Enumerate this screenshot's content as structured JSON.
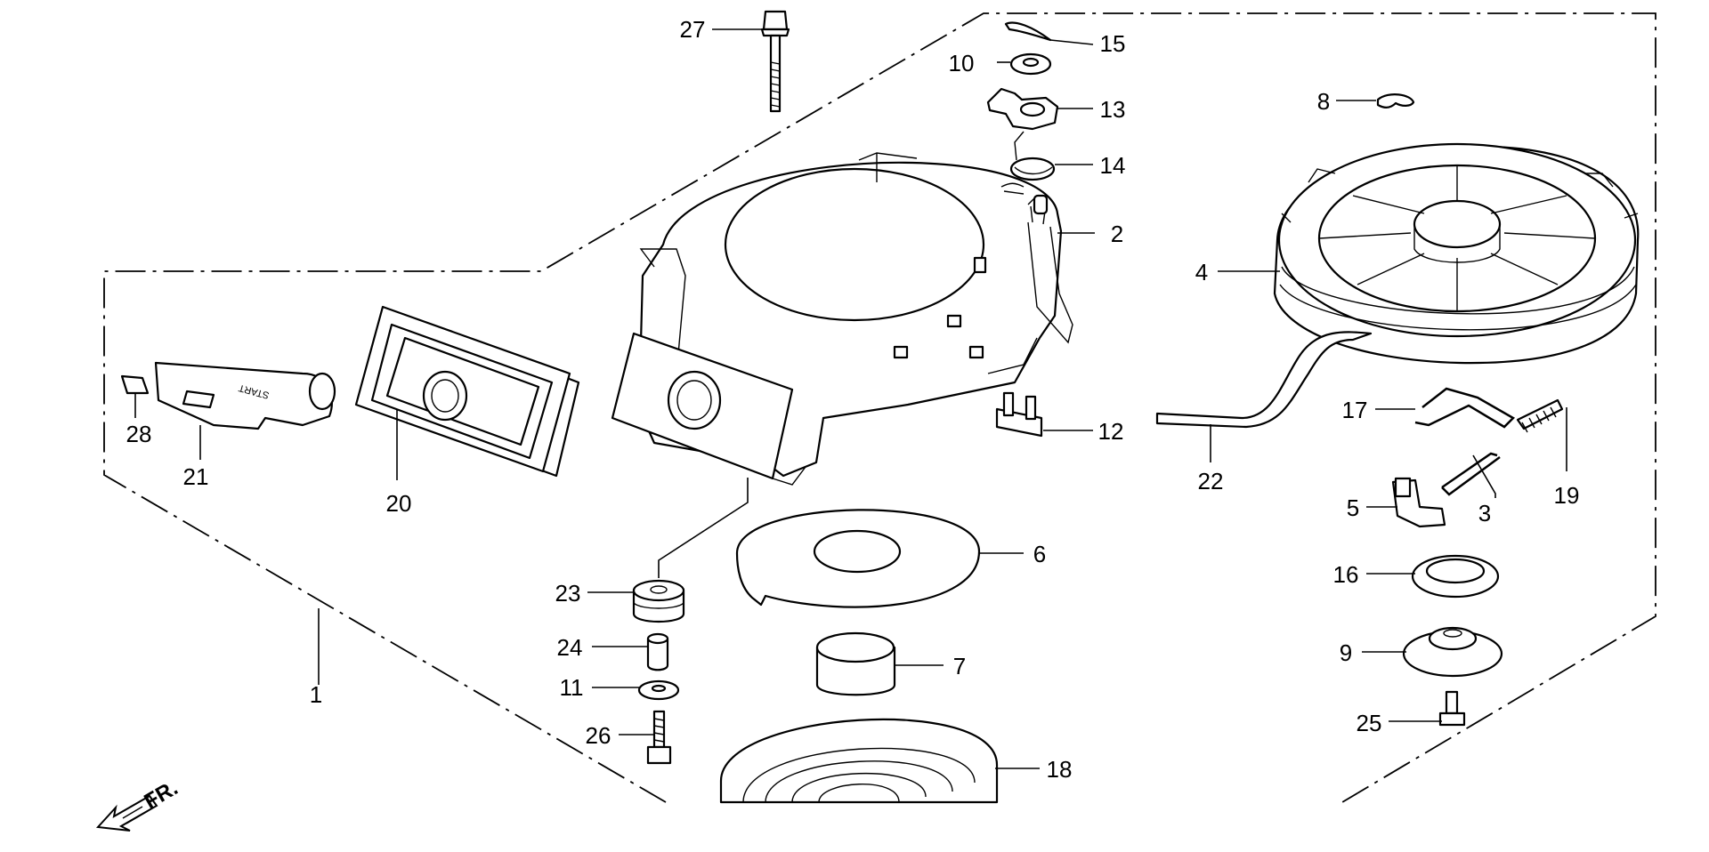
{
  "diagram": {
    "front_marker": "FR.",
    "callouts": [
      {
        "key": "c1",
        "label": "1"
      },
      {
        "key": "c2",
        "label": "2"
      },
      {
        "key": "c3",
        "label": "3"
      },
      {
        "key": "c4",
        "label": "4"
      },
      {
        "key": "c5",
        "label": "5"
      },
      {
        "key": "c6",
        "label": "6"
      },
      {
        "key": "c7",
        "label": "7"
      },
      {
        "key": "c8",
        "label": "8"
      },
      {
        "key": "c9",
        "label": "9"
      },
      {
        "key": "c10",
        "label": "10"
      },
      {
        "key": "c11",
        "label": "11"
      },
      {
        "key": "c12",
        "label": "12"
      },
      {
        "key": "c13",
        "label": "13"
      },
      {
        "key": "c14",
        "label": "14"
      },
      {
        "key": "c15",
        "label": "15"
      },
      {
        "key": "c16",
        "label": "16"
      },
      {
        "key": "c17",
        "label": "17"
      },
      {
        "key": "c18",
        "label": "18"
      },
      {
        "key": "c19",
        "label": "19"
      },
      {
        "key": "c20",
        "label": "20"
      },
      {
        "key": "c21",
        "label": "21"
      },
      {
        "key": "c22",
        "label": "22"
      },
      {
        "key": "c23",
        "label": "23"
      },
      {
        "key": "c24",
        "label": "24"
      },
      {
        "key": "c25",
        "label": "25"
      },
      {
        "key": "c26",
        "label": "26"
      },
      {
        "key": "c27",
        "label": "27"
      },
      {
        "key": "c28",
        "label": "28"
      }
    ],
    "handle_text": "START",
    "colors": {
      "ink": "#000000",
      "paper": "#ffffff"
    }
  }
}
